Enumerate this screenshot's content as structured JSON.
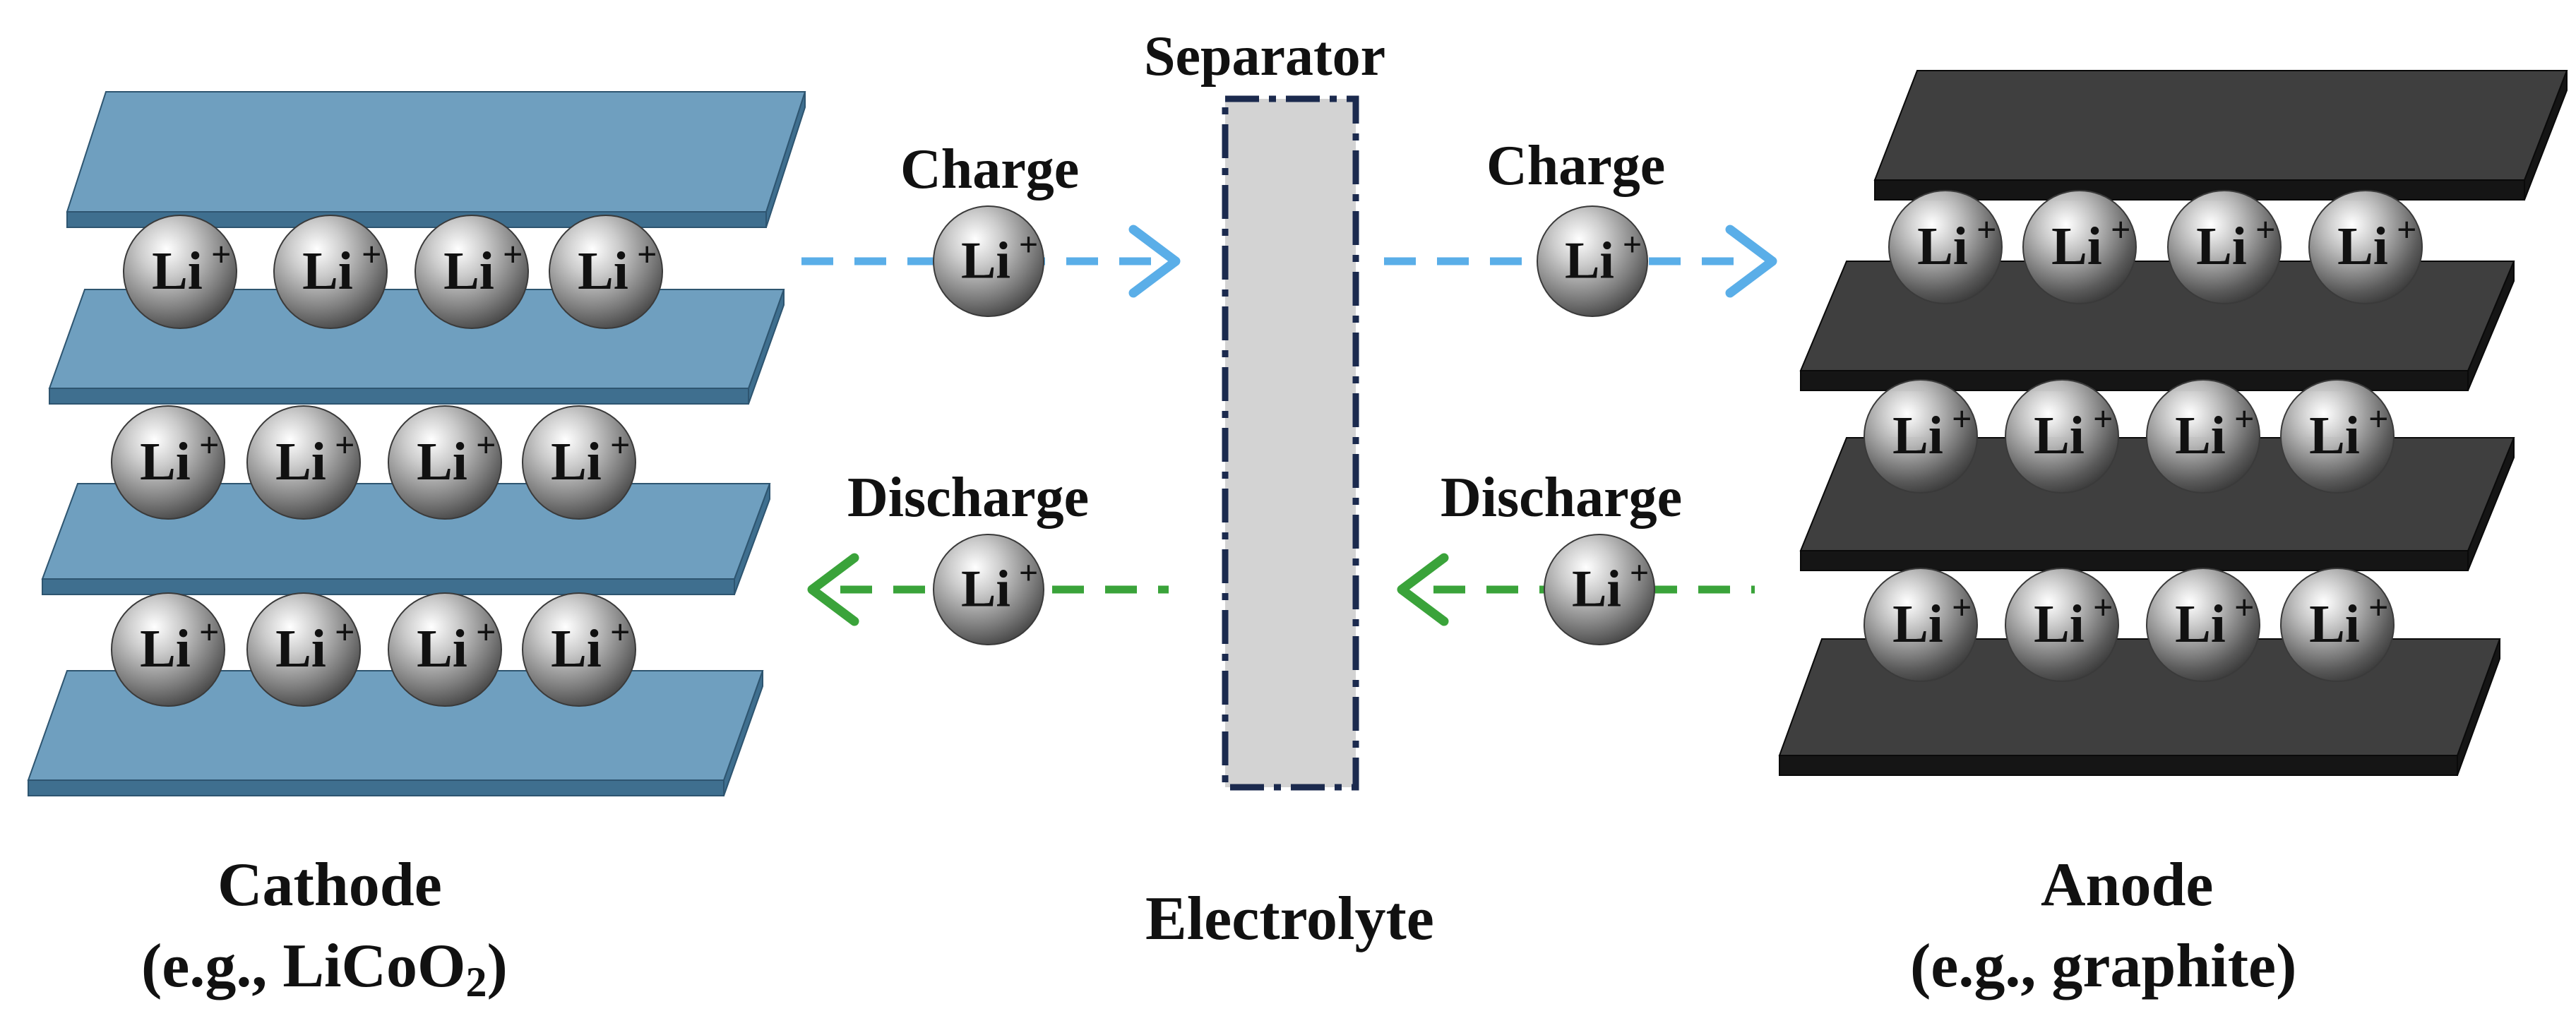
{
  "labels": {
    "separator": "Separator",
    "charge_left": "Charge",
    "charge_right": "Charge",
    "discharge_left": "Discharge",
    "discharge_right": "Discharge",
    "cathode_title": "Cathode",
    "cathode_example": "(e.g., LiCoO",
    "cathode_subscript": "2",
    "cathode_close": ")",
    "electrolyte": "Electrolyte",
    "anode_title": "Anode",
    "anode_example": "(e.g., graphite)"
  },
  "ion": {
    "symbol": "Li",
    "charge": "+"
  },
  "colors": {
    "cathode_top": "#6f9fbf",
    "cathode_side": "#3f6f8f",
    "cathode_edge": "#2e5570",
    "anode_top": "#3f3f3f",
    "anode_side": "#151515",
    "anode_edge": "#0a0a0a",
    "separator_fill": "#d3d3d3",
    "separator_border": "#1b2a4e",
    "charge_arrow": "#5aaee8",
    "discharge_arrow": "#3aa33a"
  },
  "icons": {
    "cathode": "layered-plate-stack",
    "anode": "layered-plate-stack",
    "ion": "sphere-ion",
    "separator": "dashed-membrane",
    "charge": "dashed-arrow-right",
    "discharge": "dashed-arrow-left"
  },
  "structure": {
    "cathode_layers": 4,
    "anode_layers": 4,
    "ions_per_layer": 4
  }
}
